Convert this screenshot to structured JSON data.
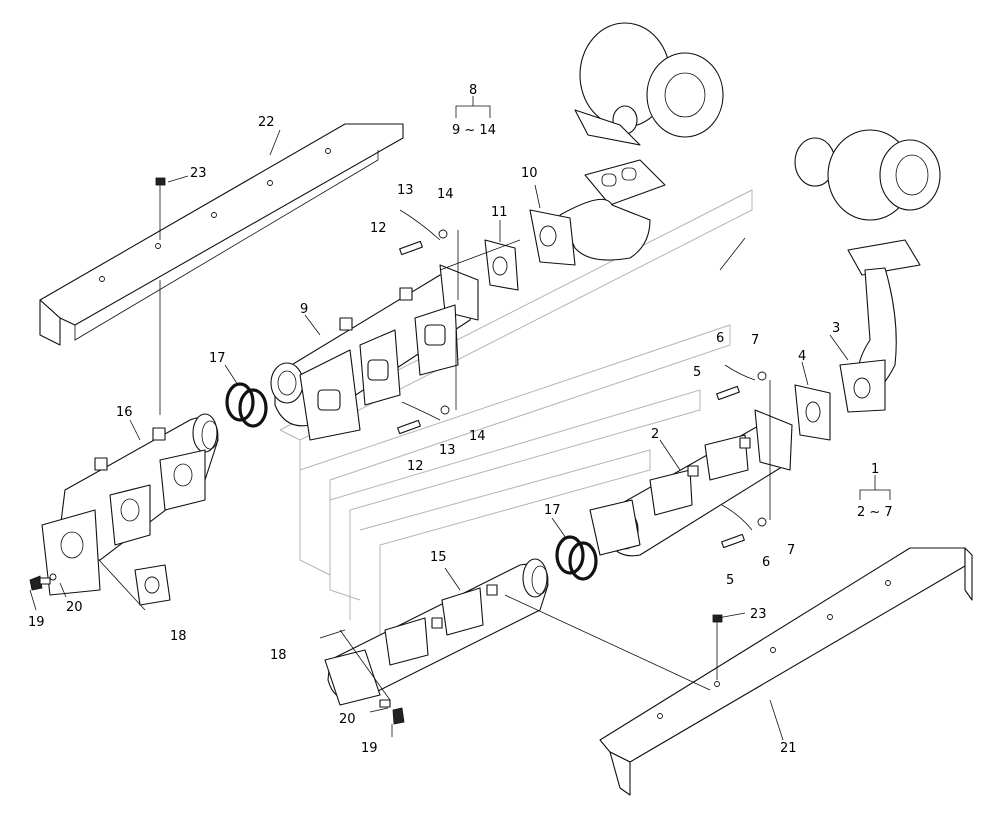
{
  "callouts": {
    "c1": "1",
    "c2_7": "2 ~ 7",
    "c2": "2",
    "c3": "3",
    "c4": "4",
    "c5a": "5",
    "c5b": "5",
    "c6a": "6",
    "c6b": "6",
    "c7a": "7",
    "c7b": "7",
    "c8": "8",
    "c9_14": "9 ~ 14",
    "c9": "9",
    "c10": "10",
    "c11": "11",
    "c12a": "12",
    "c12b": "12",
    "c13a": "13",
    "c13b": "13",
    "c14a": "14",
    "c14b": "14",
    "c15": "15",
    "c16": "16",
    "c17a": "17",
    "c17b": "17",
    "c18a": "18",
    "c18b": "18",
    "c19a": "19",
    "c19b": "19",
    "c20a": "20",
    "c20b": "20",
    "c21": "21",
    "c22": "22",
    "c23a": "23",
    "c23b": "23"
  }
}
